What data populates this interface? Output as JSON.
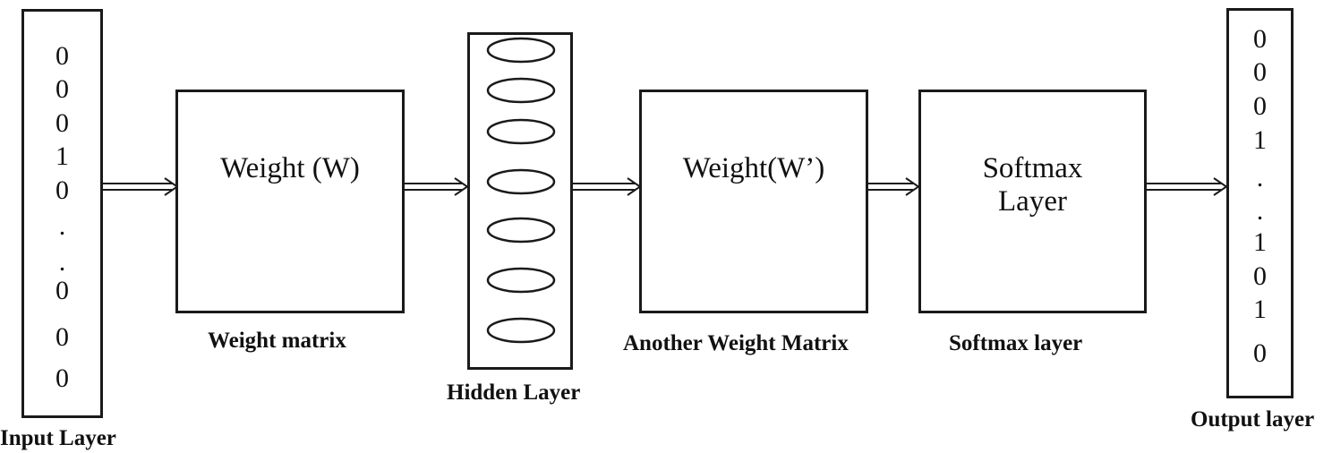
{
  "input_layer": {
    "values": [
      "0",
      "0",
      "0",
      "1",
      "0",
      ".",
      ".",
      "0",
      "0",
      "0"
    ],
    "label": "Input Layer"
  },
  "weight_matrix": {
    "text": "Weight (W)",
    "label": "Weight matrix"
  },
  "hidden_layer": {
    "node_count": 7,
    "label": "Hidden Layer"
  },
  "another_weight_matrix": {
    "text": "Weight(W’)",
    "label": "Another Weight Matrix"
  },
  "softmax": {
    "text_line1": "Softmax",
    "text_line2": "Layer",
    "label": "Softmax layer"
  },
  "output_layer": {
    "values": [
      "0",
      "0",
      "0",
      "1",
      ".",
      ".",
      "1",
      "0",
      "1",
      "0"
    ],
    "label": "Output layer"
  }
}
